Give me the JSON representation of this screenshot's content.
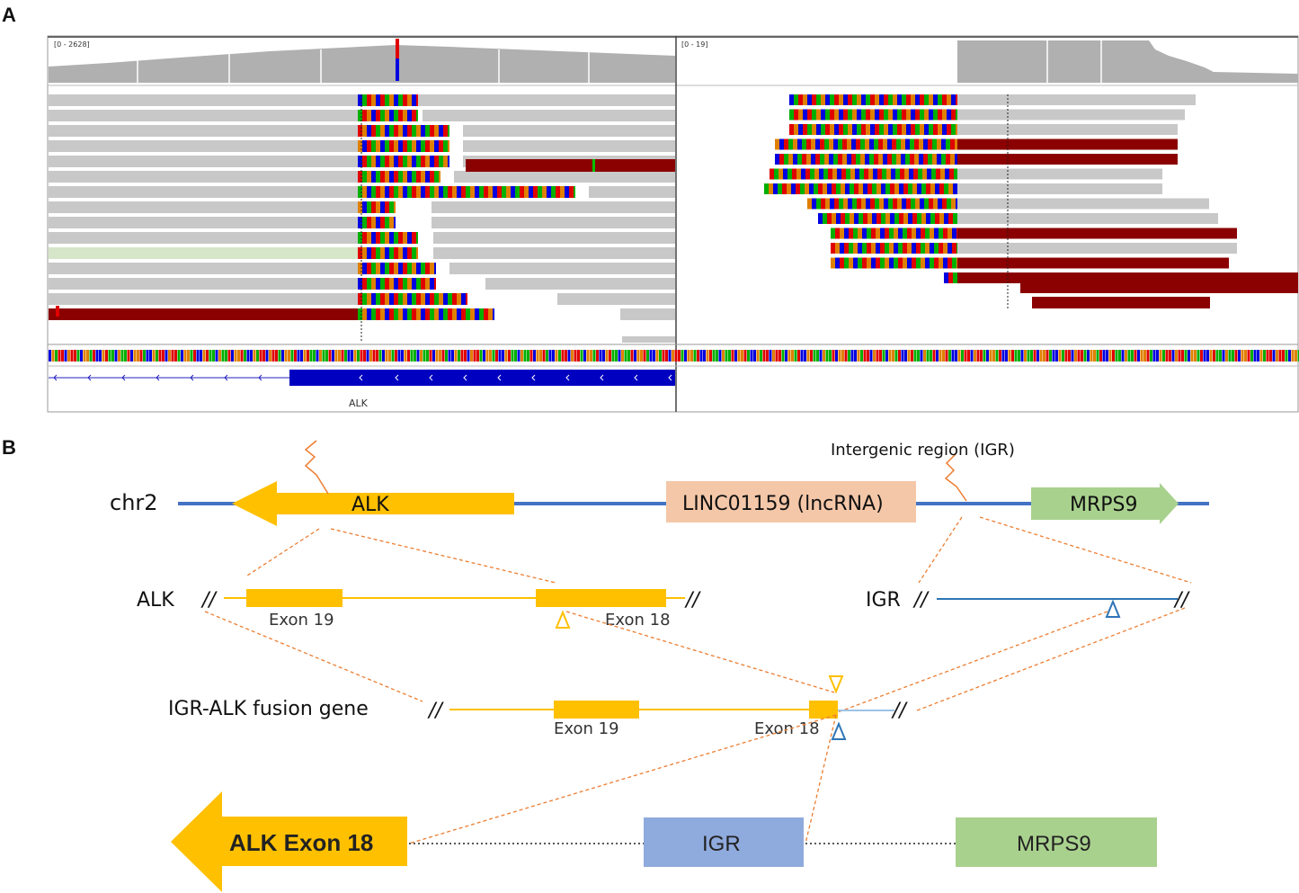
{
  "panel_a": {
    "label": "A",
    "left_scale": "[0 - 2628]",
    "right_scale": "[0 - 19]",
    "gene_label": "ALK"
  },
  "panel_b": {
    "label": "B",
    "chr_label": "chr2",
    "alk_gene": "ALK",
    "lncrna": "LINC01159 (lncRNA)",
    "mrps9": "MRPS9",
    "igr_title": "Intergenic region (IGR)",
    "alk_detail_label": "ALK",
    "exon19": "Exon 19",
    "exon18": "Exon 18",
    "igr_label": "IGR",
    "fusion_label": "IGR-ALK fusion gene",
    "fusion_exon19": "Exon 19",
    "fusion_exon18": "Exon 18",
    "bottom_alk": "ALK Exon 18",
    "bottom_igr": "IGR",
    "bottom_mrps9": "MRPS9",
    "slash": "//"
  },
  "colors": {
    "alk_gold": "#FFC000",
    "chr_line": "#4472C4",
    "lncrna_fill": "#F4C7A8",
    "mrps9_fill": "#A9D18E",
    "igr_fill": "#8FAADC",
    "dashed_orange": "#ED7D31",
    "read_grey": "#C8C8C8",
    "read_red": "#8B0000",
    "igv_blue": "#0000C0"
  }
}
